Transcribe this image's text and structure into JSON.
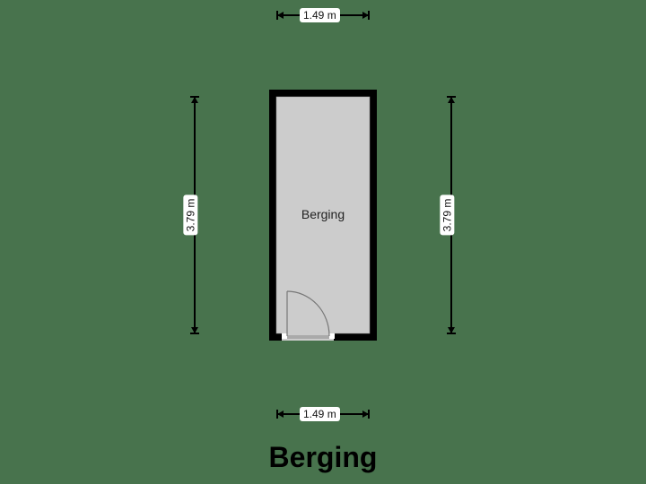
{
  "floorplan": {
    "title": "Berging",
    "room": {
      "name": "Berging",
      "fill": "#cccccc",
      "wall": "#000000"
    },
    "dimensions": {
      "top": "1.49 m",
      "bottom": "1.49 m",
      "left": "3.79 m",
      "right": "3.79 m"
    },
    "background": "#48734d"
  }
}
